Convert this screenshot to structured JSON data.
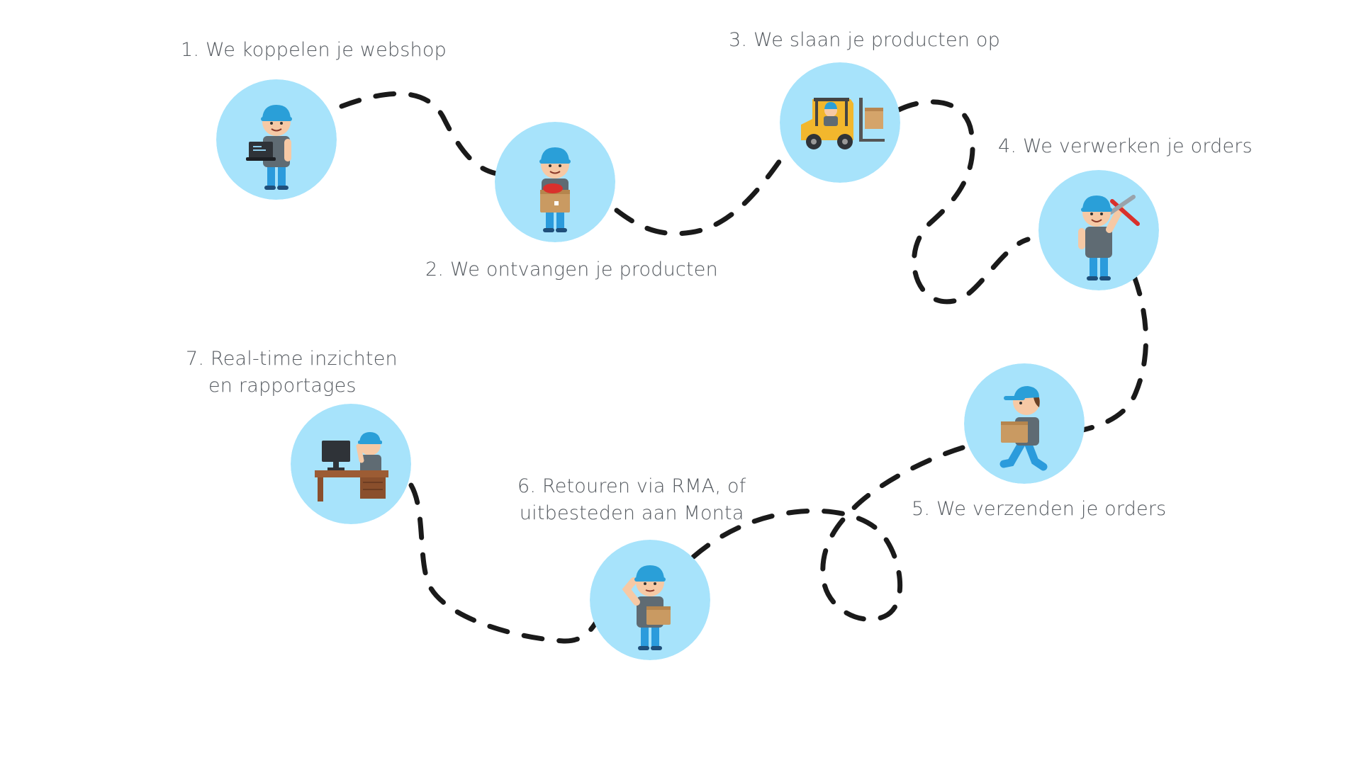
{
  "colors": {
    "circle_fill": "#a7e3fb",
    "cap": "#2a9fd8",
    "shirt": "#5f6b73",
    "pants": "#2b9bdc",
    "skin": "#f6c9a5",
    "path_stroke": "#1a1a1a",
    "label_text": "#555a60"
  },
  "steps": [
    {
      "id": 1,
      "label": "1. We koppelen je webshop",
      "icon": "worker-with-laptop-icon"
    },
    {
      "id": 2,
      "label": "2. We ontvangen je producten",
      "icon": "worker-holding-box-icon"
    },
    {
      "id": 3,
      "label": "3. We slaan je producten op",
      "icon": "forklift-icon"
    },
    {
      "id": 4,
      "label": "4. We verwerken je orders",
      "icon": "worker-with-tools-icon"
    },
    {
      "id": 5,
      "label": "5. We verzenden je orders",
      "icon": "worker-carrying-package-icon"
    },
    {
      "id": 6,
      "label_line1": "6. Retouren via RMA, of",
      "label_line2": "uitbesteden aan Monta",
      "icon": "worker-on-phone-with-box-icon"
    },
    {
      "id": 7,
      "label_line1": "7. Real-time inzichten",
      "label_line2": "en rapportages",
      "icon": "worker-at-desk-computer-icon"
    }
  ]
}
